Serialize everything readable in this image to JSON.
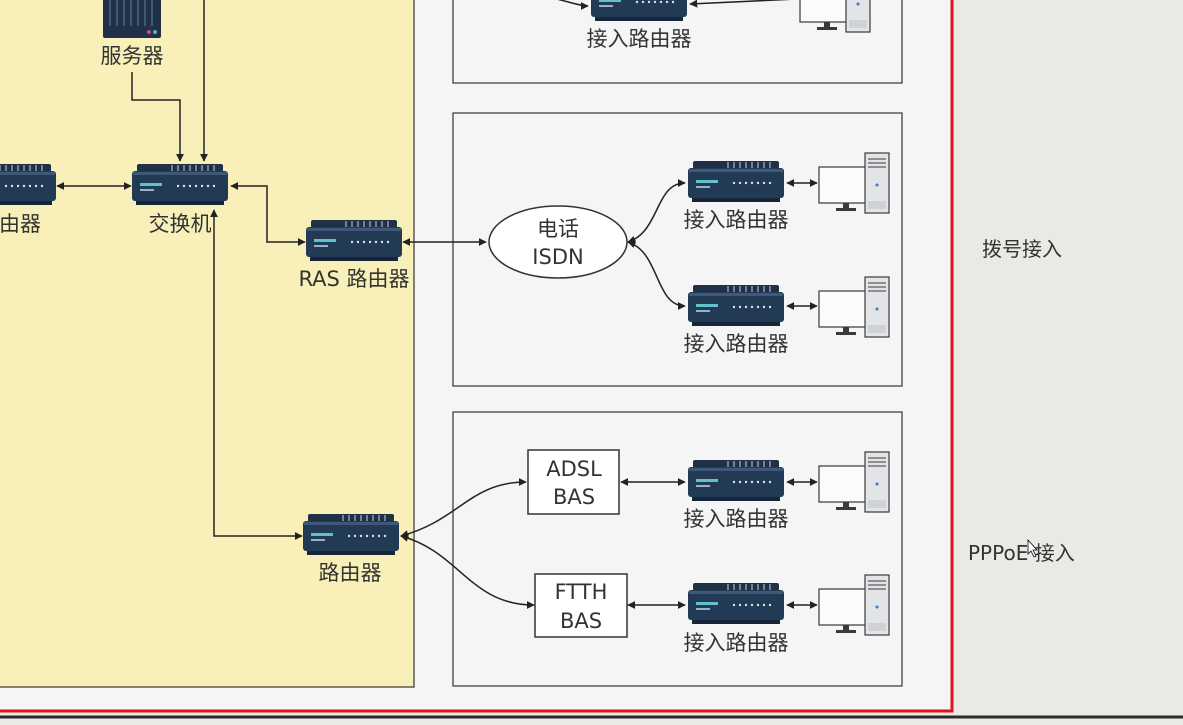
{
  "labels": {
    "server": "服务器",
    "switch": "交换机",
    "left_router_partial": "由器",
    "ras_router": "RAS 路由器",
    "router": "路由器",
    "top_access_router": "接入路由器",
    "phone_isdn_line1": "电话",
    "phone_isdn_line2": "ISDN",
    "dialup_access_router_1": "接入路由器",
    "dialup_access_router_2": "接入路由器",
    "adsl_line1": "ADSL",
    "adsl_line2": "BAS",
    "ftth_line1": "FTTH",
    "ftth_line2": "BAS",
    "pppoe_access_router_1": "接入路由器",
    "pppoe_access_router_2": "接入路由器"
  },
  "side_labels": {
    "dialup": "拨号接入",
    "pppoe": "PPPoE 接入"
  },
  "icons": {
    "router": "network-router-icon",
    "server": "rack-server-icon",
    "computer": "desktop-computer-icon",
    "cursor": "mouse-cursor-icon"
  },
  "colors": {
    "background": "#ebe9e6",
    "panel": "#f6f5f5",
    "core_zone": "#f8f0b8",
    "outer_border": "#e0121b",
    "device_body": "#233a54",
    "line": "#222222"
  }
}
